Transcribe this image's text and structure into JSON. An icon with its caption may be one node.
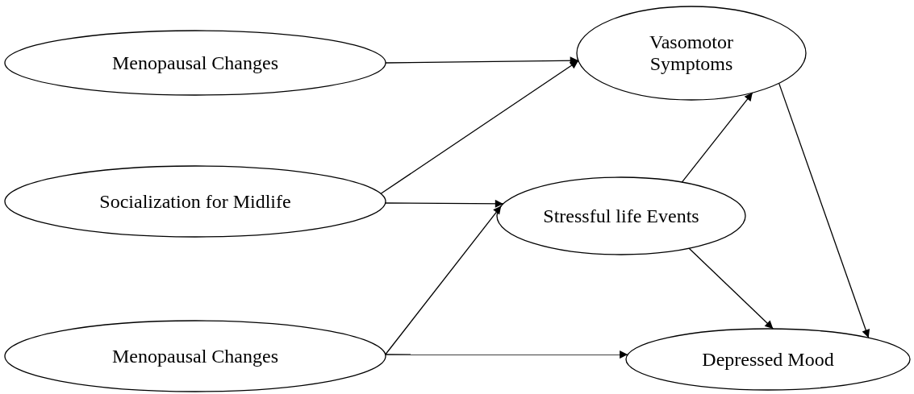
{
  "diagram": {
    "nodes": [
      {
        "text": [
          "Menopausal Changes"
        ]
      },
      {
        "text": [
          "Vasomotor Symptoms"
        ]
      },
      {
        "text": [
          "Socialization for Midlife"
        ]
      },
      {
        "text": [
          "Stressful life Events"
        ]
      },
      {
        "text": [
          "Menopausal Changes"
        ]
      },
      {
        "text": [
          "Depressed Mood"
        ]
      }
    ],
    "edges": [
      {
        "from": 0,
        "to": 1,
        "arrow": "to"
      },
      {
        "from": 2,
        "to": 1,
        "arrow": "to"
      },
      {
        "from": 2,
        "to": 3,
        "arrow": "to"
      },
      {
        "from": 4,
        "to": 3,
        "arrow": "to"
      },
      {
        "from": 4,
        "to": 5,
        "arrow": "to"
      },
      {
        "from": 3,
        "to": 1,
        "arrow": "to"
      },
      {
        "from": 3,
        "to": 5,
        "arrow": "to"
      },
      {
        "from": 1,
        "to": 5,
        "arrow": "to"
      }
    ]
  }
}
